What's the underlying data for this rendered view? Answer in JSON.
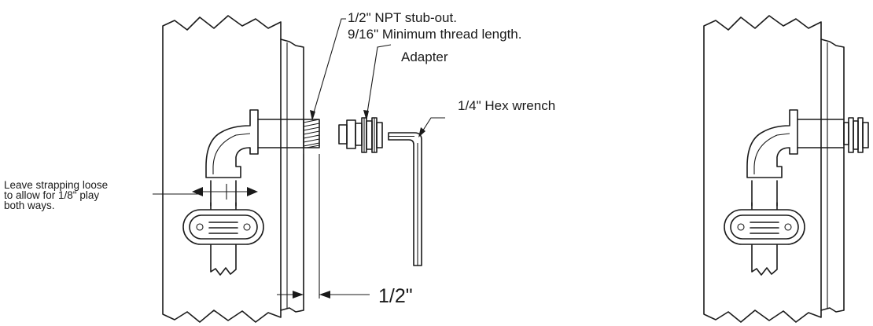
{
  "labels": {
    "stub_out_line1": "1/2\" NPT stub-out.",
    "stub_out_line2": "9/16\" Minimum thread length.",
    "adapter": "Adapter",
    "hex_wrench": "1/4\" Hex wrench",
    "strapping_line1": "Leave strapping loose",
    "strapping_line2": "to allow for 1/8\" play",
    "strapping_line3": "both ways.",
    "dimension": "1/2\""
  },
  "colors": {
    "ink": "#1a1a1a",
    "background": "#ffffff"
  }
}
